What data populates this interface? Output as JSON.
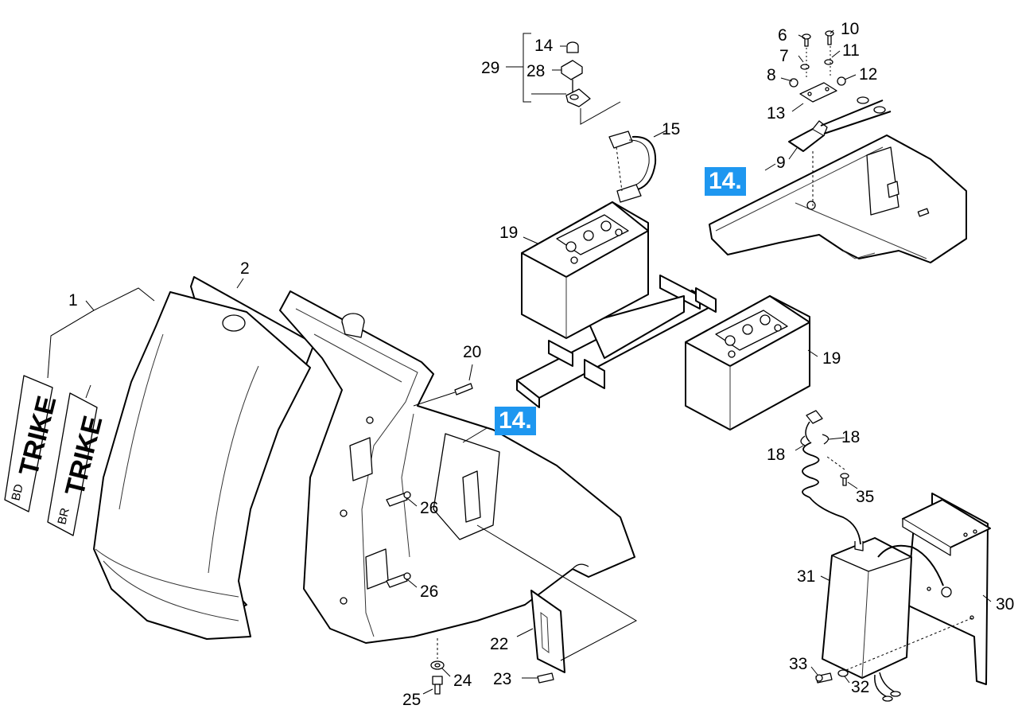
{
  "reference_badge": "14.",
  "decals": [
    {
      "word": "TRIKE",
      "code": "BD"
    },
    {
      "word": "TRIKE",
      "code": "BR"
    }
  ],
  "part_labels": {
    "p1": "1",
    "p2": "2",
    "p6": "6",
    "p7": "7",
    "p8": "8",
    "p9": "9",
    "p10": "10",
    "p11": "11",
    "p12": "12",
    "p13": "13",
    "p14": "14",
    "p15": "15",
    "p18a": "18",
    "p18b": "18",
    "p19a": "19",
    "p19b": "19",
    "p20": "20",
    "p22": "22",
    "p23": "23",
    "p24": "24",
    "p25": "25",
    "p26a": "26",
    "p26b": "26",
    "p28": "28",
    "p29": "29",
    "p30": "30",
    "p31": "31",
    "p32": "32",
    "p33": "33",
    "p35": "35"
  }
}
